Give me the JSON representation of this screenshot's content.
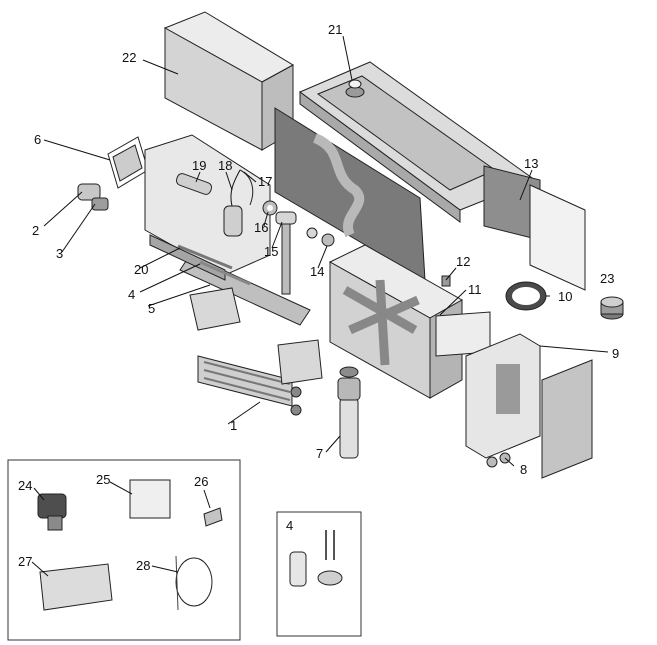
{
  "callouts": [
    {
      "id": "1",
      "text": "1"
    },
    {
      "id": "2",
      "text": "2"
    },
    {
      "id": "3",
      "text": "3"
    },
    {
      "id": "4",
      "text": "4"
    },
    {
      "id": "5",
      "text": "5"
    },
    {
      "id": "6",
      "text": "6"
    },
    {
      "id": "7",
      "text": "7"
    },
    {
      "id": "8",
      "text": "8"
    },
    {
      "id": "9",
      "text": "9"
    },
    {
      "id": "10",
      "text": "10"
    },
    {
      "id": "11",
      "text": "11"
    },
    {
      "id": "12",
      "text": "12"
    },
    {
      "id": "13",
      "text": "13"
    },
    {
      "id": "14",
      "text": "14"
    },
    {
      "id": "15",
      "text": "15"
    },
    {
      "id": "16",
      "text": "16"
    },
    {
      "id": "17",
      "text": "17"
    },
    {
      "id": "18",
      "text": "18"
    },
    {
      "id": "19",
      "text": "19"
    },
    {
      "id": "20",
      "text": "20"
    },
    {
      "id": "21",
      "text": "21"
    },
    {
      "id": "22",
      "text": "22"
    },
    {
      "id": "23",
      "text": "23"
    },
    {
      "id": "24",
      "text": "24"
    },
    {
      "id": "25",
      "text": "25"
    },
    {
      "id": "26",
      "text": "26"
    },
    {
      "id": "27",
      "text": "27"
    },
    {
      "id": "28",
      "text": "28"
    },
    {
      "id": "4b",
      "text": "4"
    }
  ],
  "colors": {
    "part_fill": "#d7d7d7",
    "part_dark": "#8a8a8a",
    "panel_dark": "#6e6e6e",
    "outline": "#222222"
  }
}
